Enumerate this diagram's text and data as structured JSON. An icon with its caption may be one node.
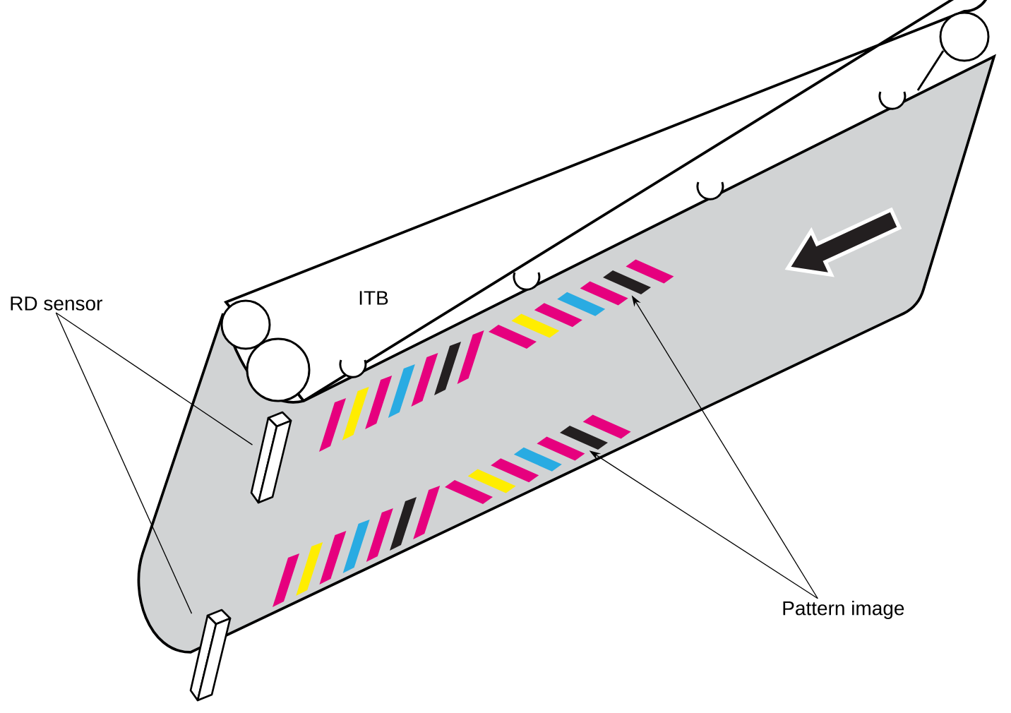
{
  "diagram": {
    "nodes": [
      {
        "text": [
          "RD sensor"
        ]
      },
      {
        "text": [],
        "shape": "box"
      },
      {
        "text": [],
        "shape": "box"
      },
      {
        "text": [
          "Pattern image"
        ]
      },
      {
        "text": [],
        "shape": "bar"
      },
      {
        "text": [],
        "shape": "bar"
      }
    ],
    "edges": [
      {
        "from": 0,
        "to": 1,
        "arrow": "none"
      },
      {
        "from": 0,
        "to": 2,
        "arrow": "none"
      },
      {
        "from": 3,
        "to": 4,
        "arrow": "to"
      },
      {
        "from": 3,
        "to": 5,
        "arrow": "to"
      }
    ],
    "labels": [
      "ITB"
    ]
  }
}
